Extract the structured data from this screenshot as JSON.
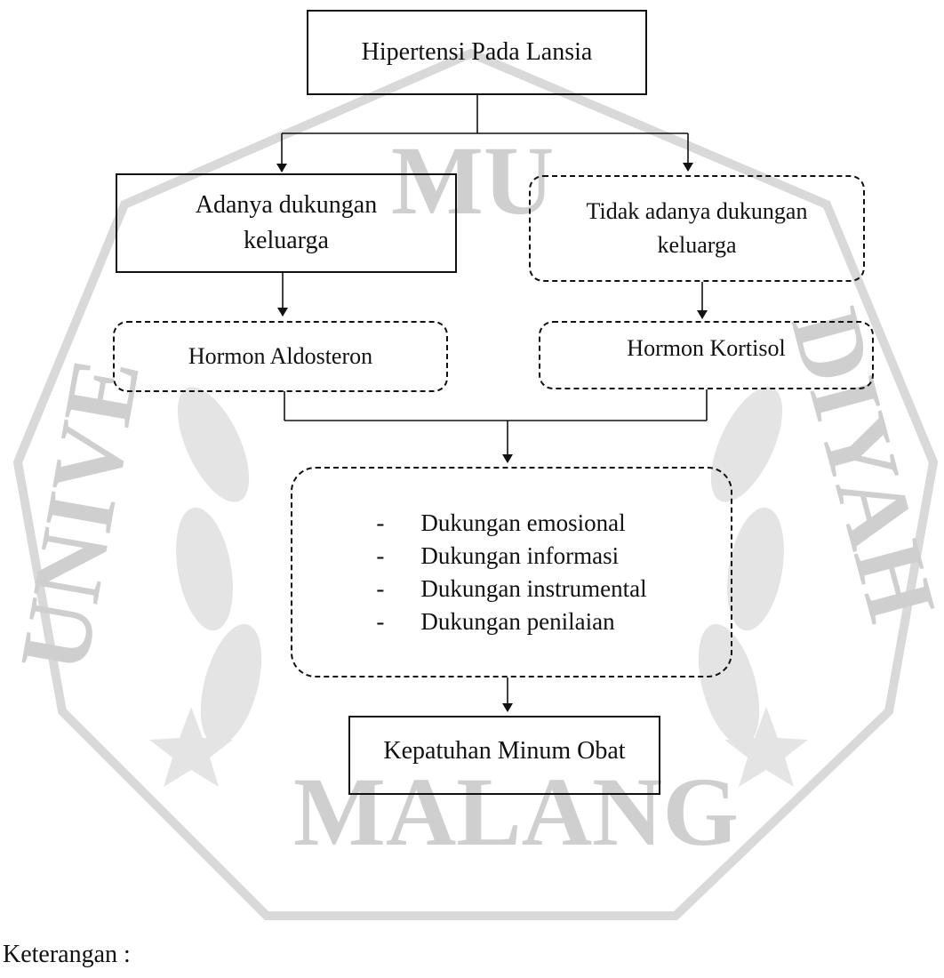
{
  "nodes": {
    "root": "Hipertensi Pada Lansia",
    "with_support": "Adanya dukungan keluarga",
    "without_support": "Tidak adanya dukungan keluarga",
    "aldosterone": "Hormon Aldosteron",
    "cortisol": "Hormon Kortisol",
    "support_types": [
      "Dukungan emosional",
      "Dukungan informasi",
      "Dukungan instrumental",
      "Dukungan penilaian"
    ],
    "outcome": "Kepatuhan Minum Obat"
  },
  "list_bullet": "-",
  "legend_label": "Keterangan :",
  "watermark": {
    "text_top": "MU",
    "text_left": "UNIVE",
    "text_right": "DIYAH",
    "text_bottom": "MALANG"
  }
}
